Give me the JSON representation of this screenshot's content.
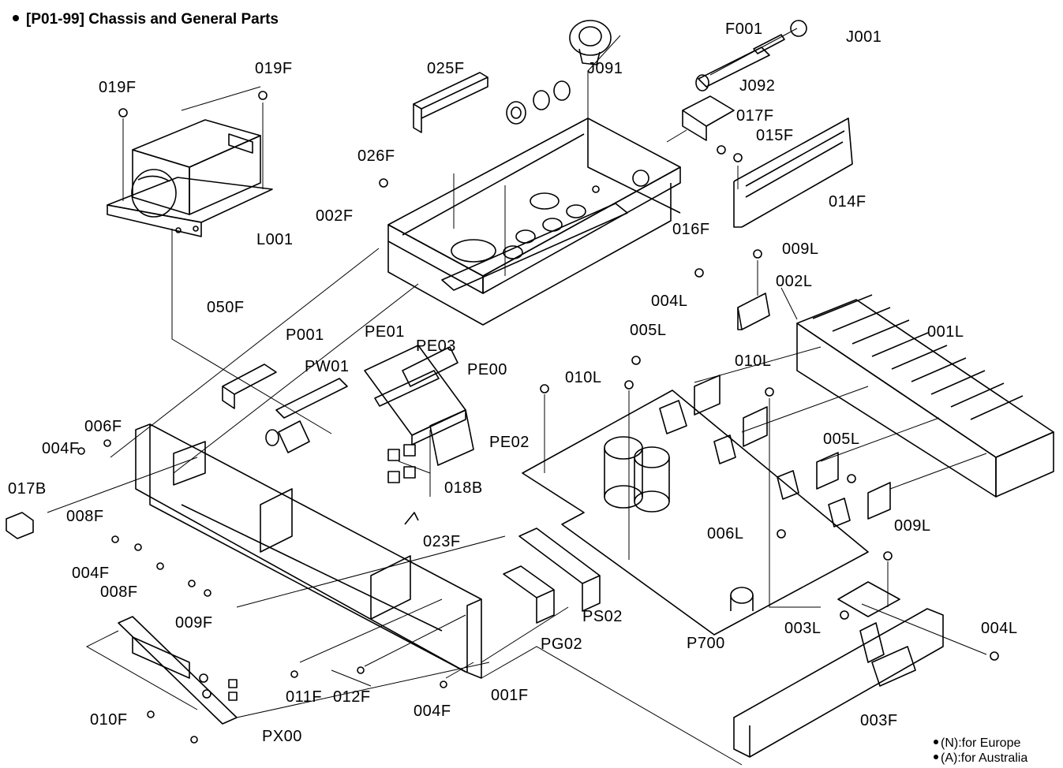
{
  "title": "[P01-99] Chassis and General Parts",
  "notes": [
    "(N):for Europe",
    "(A):for Australia"
  ],
  "parts": [
    {
      "id": "019F_a",
      "label": "019F"
    },
    {
      "id": "019F_b",
      "label": "019F"
    },
    {
      "id": "L001",
      "label": "L001"
    },
    {
      "id": "025F",
      "label": "025F"
    },
    {
      "id": "026F",
      "label": "026F"
    },
    {
      "id": "002F",
      "label": "002F"
    },
    {
      "id": "J091",
      "label": "J091"
    },
    {
      "id": "F001",
      "label": "F001"
    },
    {
      "id": "J001",
      "label": "J001"
    },
    {
      "id": "J092",
      "label": "J092"
    },
    {
      "id": "017F",
      "label": "017F"
    },
    {
      "id": "015F",
      "label": "015F"
    },
    {
      "id": "014F",
      "label": "014F"
    },
    {
      "id": "016F",
      "label": "016F"
    },
    {
      "id": "009L_a",
      "label": "009L"
    },
    {
      "id": "002L",
      "label": "002L"
    },
    {
      "id": "004L_a",
      "label": "004L"
    },
    {
      "id": "001L",
      "label": "001L"
    },
    {
      "id": "050F",
      "label": "050F"
    },
    {
      "id": "P001",
      "label": "P001"
    },
    {
      "id": "PW01",
      "label": "PW01"
    },
    {
      "id": "PE01",
      "label": "PE01"
    },
    {
      "id": "PE03",
      "label": "PE03"
    },
    {
      "id": "PE00",
      "label": "PE00"
    },
    {
      "id": "PE02",
      "label": "PE02"
    },
    {
      "id": "018B",
      "label": "018B"
    },
    {
      "id": "023F",
      "label": "023F"
    },
    {
      "id": "005L_a",
      "label": "005L"
    },
    {
      "id": "010L_a",
      "label": "010L"
    },
    {
      "id": "010L_b",
      "label": "010L"
    },
    {
      "id": "005L_b",
      "label": "005L"
    },
    {
      "id": "006L",
      "label": "006L"
    },
    {
      "id": "009L_b",
      "label": "009L"
    },
    {
      "id": "006F",
      "label": "006F"
    },
    {
      "id": "004F_a",
      "label": "004F"
    },
    {
      "id": "017B",
      "label": "017B"
    },
    {
      "id": "008F_a",
      "label": "008F"
    },
    {
      "id": "004F_b",
      "label": "004F"
    },
    {
      "id": "008F_b",
      "label": "008F"
    },
    {
      "id": "009F",
      "label": "009F"
    },
    {
      "id": "PS02",
      "label": "PS02"
    },
    {
      "id": "PG02",
      "label": "PG02"
    },
    {
      "id": "P700",
      "label": "P700"
    },
    {
      "id": "003L",
      "label": "003L"
    },
    {
      "id": "004L_b",
      "label": "004L"
    },
    {
      "id": "011F",
      "label": "011F"
    },
    {
      "id": "012F",
      "label": "012F"
    },
    {
      "id": "004F_c",
      "label": "004F"
    },
    {
      "id": "001F",
      "label": "001F"
    },
    {
      "id": "003F",
      "label": "003F"
    },
    {
      "id": "010F",
      "label": "010F"
    },
    {
      "id": "PX00",
      "label": "PX00"
    }
  ]
}
